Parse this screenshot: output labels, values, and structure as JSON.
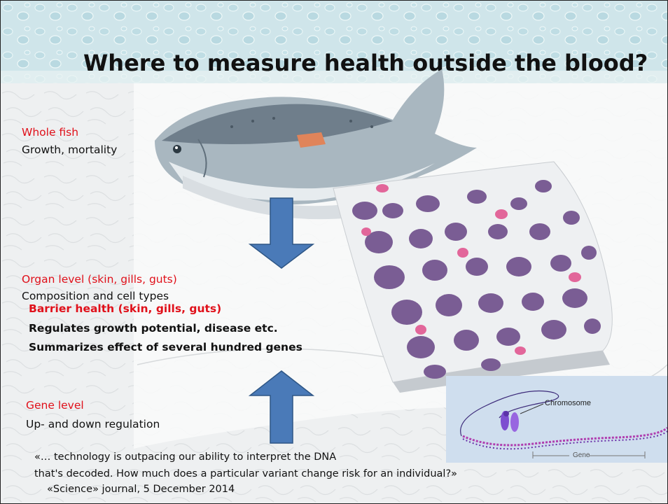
{
  "slide": {
    "title": "Where to measure health outside the blood?",
    "whole_fish": {
      "heading": "Whole fish",
      "body": "Growth, mortality"
    },
    "organ_level": {
      "heading": "Organ level (skin, gills, guts)",
      "body": "Composition and cell types"
    },
    "barrier": {
      "heading": "Barrier health (skin, gills, guts)",
      "line1": "Regulates growth potential, disease etc.",
      "line2": "Summarizes effect of several hundred genes"
    },
    "gene_level": {
      "heading": "Gene level",
      "body": "Up- and down regulation"
    },
    "quote": {
      "line1": "«… technology is outpacing our ability to interpret the DNA",
      "line2": "that's decoded. How much does a particular variant change risk for an individual?»",
      "source": "«Science» journal, 5 December 2014"
    },
    "diagram_labels": {
      "chromosome": "Chromosome",
      "gene": "Gene"
    }
  },
  "colors": {
    "heading_red": "#e0101a",
    "arrow_blue": "#4a7ab8",
    "arrow_border": "#2e5685"
  }
}
